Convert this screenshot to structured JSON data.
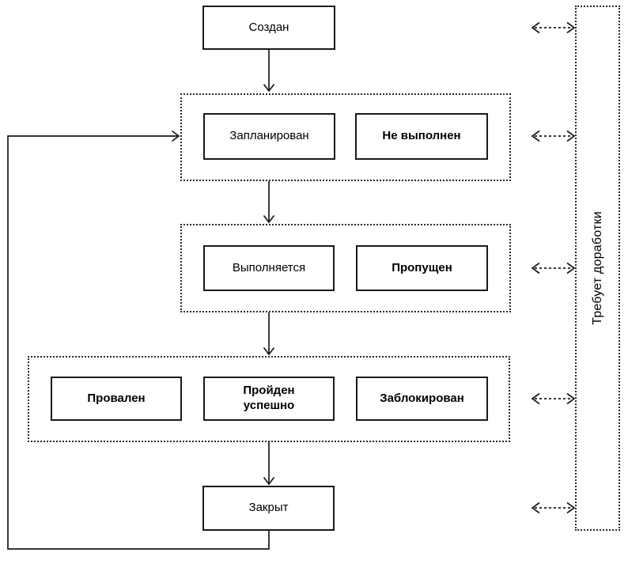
{
  "diagram": {
    "type": "state-flowchart",
    "nodes": {
      "created": "Создан",
      "planned": "Запланирован",
      "not_executed": "Не выполнен",
      "in_progress": "Выполняется",
      "skipped": "Пропущен",
      "failed": "Провален",
      "passed": "Пройден успешно",
      "blocked": "Заблокирован",
      "closed": "Закрыт"
    },
    "side_label": "Требует доработки",
    "edges": [
      "created -> planned-group",
      "planned-group -> executing-group",
      "executing-group -> result-group",
      "result-group -> closed",
      "closed -> planned-group (loop)",
      "created <-> rework",
      "planned-group <-> rework",
      "executing-group <-> rework",
      "result-group <-> rework",
      "closed <-> rework"
    ],
    "colors": {
      "line": "#1a1a1a",
      "background": "#ffffff"
    }
  }
}
